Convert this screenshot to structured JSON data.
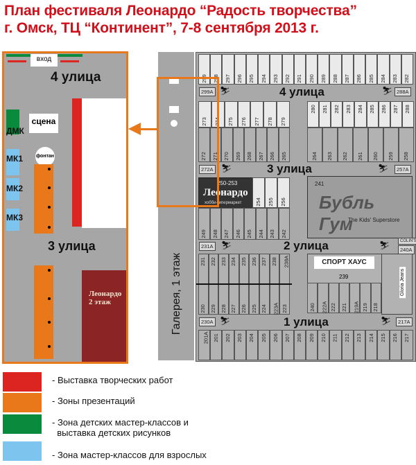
{
  "title": {
    "line1": "План фестиваля Леонардо “Радость творчества”",
    "line2": "г. Омск, ТЦ “Континент”,  7-8 сентября 2013 г."
  },
  "colors": {
    "title_red": "#d0101a",
    "exhibition_red": "#dc2420",
    "presentation_orange": "#e8781a",
    "kids_green": "#0a8a3c",
    "adult_blue": "#7dc4ee",
    "leonardo_2nd_floor": "#8b2424",
    "corridor_gray": "#a6a6a6"
  },
  "plan": {
    "entrance": "вход",
    "street4": "4 улица",
    "street3": "3 улица",
    "stage": "сцена",
    "fountain": "фонтан",
    "dmk": "ДМК",
    "mk1": "МК1",
    "mk2": "МК2",
    "mk3": "МК3",
    "leonardo2_line1": "Леонардо",
    "leonardo2_line2": "2 этаж"
  },
  "mall": {
    "gallery_label": "Галерея, 1 этаж",
    "streets": [
      "4 улица",
      "3 улица",
      "2 улица",
      "1 улица"
    ],
    "row_top": [
      "299",
      "298",
      "297",
      "296",
      "295",
      "294",
      "293",
      "292",
      "291",
      "290",
      "289",
      "288",
      "287",
      "286",
      "285",
      "284",
      "283",
      "282"
    ],
    "row4_left": [
      "273",
      "274",
      "275",
      "276",
      "277",
      "278",
      "279"
    ],
    "row4_right": [
      "280",
      "281",
      "282",
      "283",
      "284",
      "285",
      "286",
      "287",
      "288"
    ],
    "row3a_left": [
      "272",
      "271",
      "270",
      "269",
      "268",
      "267",
      "266",
      "265"
    ],
    "row3a_right": [
      "264",
      "263",
      "262",
      "261",
      "260",
      "259",
      "258"
    ],
    "tags": {
      "t299a": "299A",
      "t288a": "288A",
      "t272a": "272A",
      "t257a": "257A",
      "t231a": "231A",
      "t240a": "240A",
      "t230a": "230A",
      "t217a": "217A",
      "colins": "COLIN'S"
    },
    "leonardo_store": {
      "range": "250-253",
      "name": "Леонардо",
      "subtitle": "хобби-гипермаркет"
    },
    "row3b_top": [
      "254",
      "255",
      "256"
    ],
    "row3b_bottom": [
      "249",
      "248",
      "247",
      "246",
      "245",
      "244",
      "243",
      "242"
    ],
    "bubblegum": {
      "number": "241",
      "name": "Бубль Гум",
      "tagline": "The Kids' Superstore"
    },
    "row2_top": [
      "231",
      "232",
      "233",
      "234",
      "235",
      "236",
      "237",
      "238",
      "238A"
    ],
    "row2_bottom": [
      "230",
      "229",
      "228",
      "227",
      "226",
      "225",
      "224",
      "223A",
      "223"
    ],
    "sport": {
      "name": "СПОРТ ХАУС",
      "number": "239"
    },
    "row2_right": [
      "240",
      "222A",
      "222",
      "221",
      "219A",
      "219",
      "218"
    ],
    "gloria": "Gloria Jeans",
    "row1": [
      "201A",
      "201",
      "202",
      "203",
      "204",
      "205",
      "206",
      "207",
      "208",
      "209",
      "210",
      "211",
      "212",
      "213",
      "214",
      "215",
      "216",
      "217"
    ]
  },
  "legend": [
    {
      "color": "#dc2420",
      "label": "- Выставка творческих работ"
    },
    {
      "color": "#e8781a",
      "label": "- Зоны презентаций"
    },
    {
      "color": "#0a8a3c",
      "label": "- Зона детских мастер-классов и\n  выставка детских рисунков"
    },
    {
      "color": "#7dc4ee",
      "label": "- Зона мастер-классов для взрослых"
    }
  ]
}
